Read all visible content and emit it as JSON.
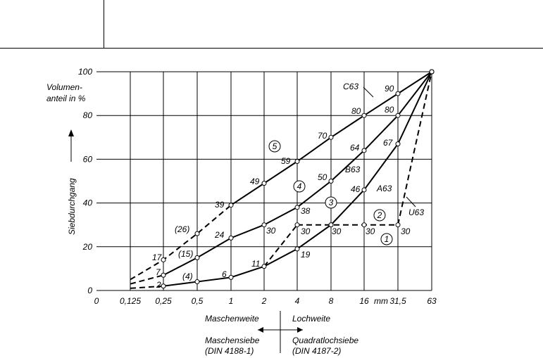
{
  "chart_data": {
    "type": "line",
    "ylabel_top": "Volumen-",
    "ylabel_bottom": "anteil in %",
    "ylabel_side": "Siebdurchgang",
    "ylim": [
      0,
      100
    ],
    "yticks": [
      "0",
      "20",
      "40",
      "60",
      "80",
      "100"
    ],
    "xscale": "log2",
    "xtick_labels": [
      "0",
      "0,125",
      "0,25",
      "0,5",
      "1",
      "2",
      "4",
      "8",
      "16",
      "mm",
      "31,5",
      "63"
    ],
    "x_categories": [
      "0,125",
      "0,25",
      "0,5",
      "1",
      "2",
      "4",
      "8",
      "16",
      "31,5",
      "63"
    ],
    "series": [
      {
        "name": "C63",
        "style": "solid",
        "start_dashed": false,
        "points": [
          [
            0.25,
            7
          ],
          [
            0.5,
            null
          ],
          [
            1,
            39
          ],
          [
            2,
            49
          ],
          [
            4,
            59
          ],
          [
            8,
            70
          ],
          [
            16,
            80
          ],
          [
            31.5,
            90
          ],
          [
            63,
            100
          ]
        ],
        "labels": [
          "",
          "",
          "39",
          "49",
          "59",
          "70",
          "80",
          "90",
          ""
        ]
      },
      {
        "name": "B63",
        "style": "solid",
        "points": [
          [
            0.25,
            7
          ],
          [
            0.5,
            15
          ],
          [
            1,
            24
          ],
          [
            2,
            30
          ],
          [
            4,
            38
          ],
          [
            8,
            50
          ],
          [
            16,
            64
          ],
          [
            31.5,
            80
          ],
          [
            63,
            100
          ]
        ],
        "labels": [
          "7",
          "(15)",
          "24",
          "30",
          "38",
          "50",
          "64",
          "80",
          ""
        ]
      },
      {
        "name": "A63",
        "style": "solid",
        "points": [
          [
            0.25,
            2
          ],
          [
            0.5,
            4
          ],
          [
            1,
            6
          ],
          [
            2,
            11
          ],
          [
            4,
            19
          ],
          [
            8,
            30
          ],
          [
            16,
            46
          ],
          [
            31.5,
            67
          ],
          [
            63,
            100
          ]
        ],
        "labels": [
          "2",
          "(4)",
          "6",
          "11",
          "19",
          "30",
          "46",
          "67",
          ""
        ]
      },
      {
        "name": "U63",
        "style": "dashed",
        "points": [
          [
            0.125,
            1
          ],
          [
            0.25,
            2
          ],
          [
            0.5,
            4
          ],
          [
            1,
            6
          ],
          [
            2,
            11
          ],
          [
            4,
            30
          ],
          [
            8,
            30
          ],
          [
            16,
            30
          ],
          [
            31.5,
            30
          ],
          [
            63,
            100
          ]
        ],
        "labels": [
          "",
          "",
          "",
          "",
          "",
          "30",
          "30",
          "30",
          "30",
          ""
        ]
      }
    ],
    "c_dashed_prefix": [
      [
        0.125,
        5
      ],
      [
        0.25,
        14
      ],
      [
        0.5,
        26
      ],
      [
        1,
        39
      ]
    ],
    "c_dashed_labels": [
      "",
      "17",
      "(26)",
      ""
    ],
    "b_dashed_prefix": [
      [
        0.125,
        3
      ],
      [
        0.25,
        7
      ]
    ],
    "zone_marks": [
      "1",
      "2",
      "3",
      "4",
      "5"
    ],
    "xlabel_left": "Maschenweite",
    "xlabel_right": "Lochweite",
    "footer_left_1": "Maschensiebe",
    "footer_left_2": "(DIN 4188-1)",
    "footer_right_1": "Quadratlochsiebe",
    "footer_right_2": "(DIN 4187-2)"
  }
}
